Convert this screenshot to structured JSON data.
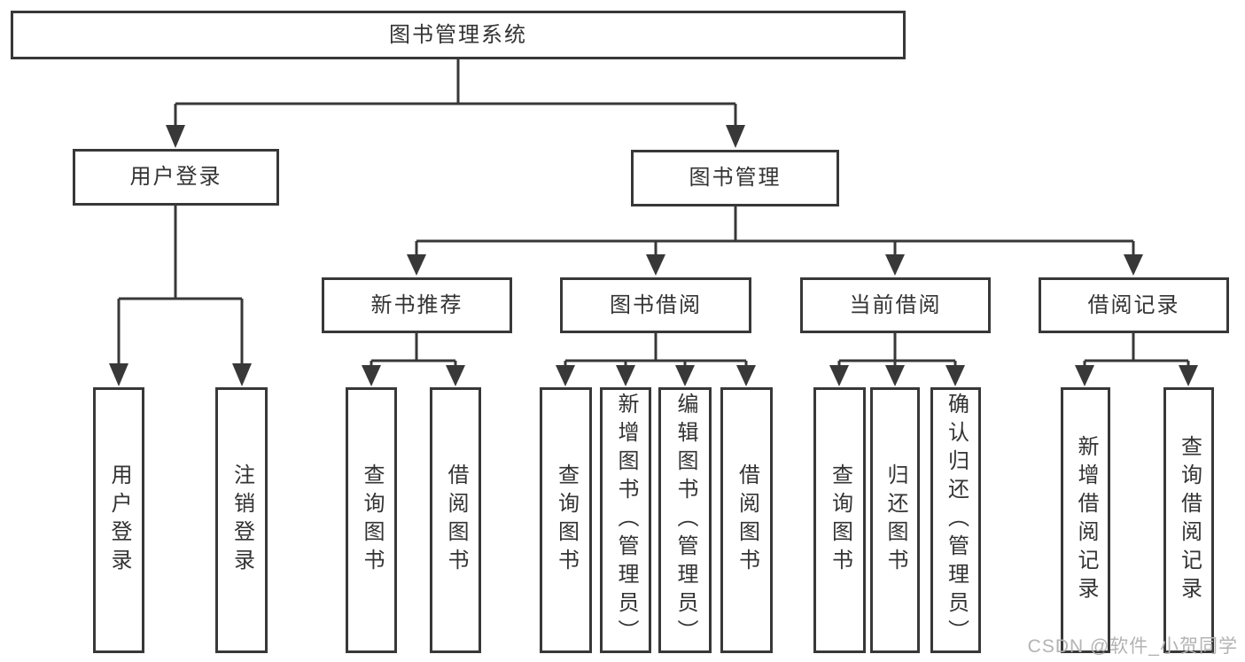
{
  "diagram_type": "hierarchy-tree",
  "colors": {
    "line": "#383838",
    "box_border": "#383838",
    "box_fill": "#ffffff",
    "text": "#333333",
    "background": "#ffffff",
    "watermark": "#b3b3b3"
  },
  "tree": {
    "label": "图书管理系统",
    "children": [
      {
        "label": "用户登录",
        "children": [
          {
            "label": "用户登录"
          },
          {
            "label": "注销登录"
          }
        ]
      },
      {
        "label": "图书管理",
        "children": [
          {
            "label": "新书推荐",
            "children": [
              {
                "label": "查询图书"
              },
              {
                "label": "借阅图书"
              }
            ]
          },
          {
            "label": "图书借阅",
            "children": [
              {
                "label": "查询图书"
              },
              {
                "label": "新增图书（管理员）"
              },
              {
                "label": "编辑图书（管理员）"
              },
              {
                "label": "借阅图书"
              }
            ]
          },
          {
            "label": "当前借阅",
            "children": [
              {
                "label": "查询图书"
              },
              {
                "label": "归还图书"
              },
              {
                "label": "确认归还（管理员）"
              }
            ]
          },
          {
            "label": "借阅记录",
            "children": [
              {
                "label": "新增借阅记录"
              },
              {
                "label": "查询借阅记录"
              }
            ]
          }
        ]
      }
    ]
  },
  "watermark": {
    "text": "CSDN @软件_小贺同学"
  }
}
